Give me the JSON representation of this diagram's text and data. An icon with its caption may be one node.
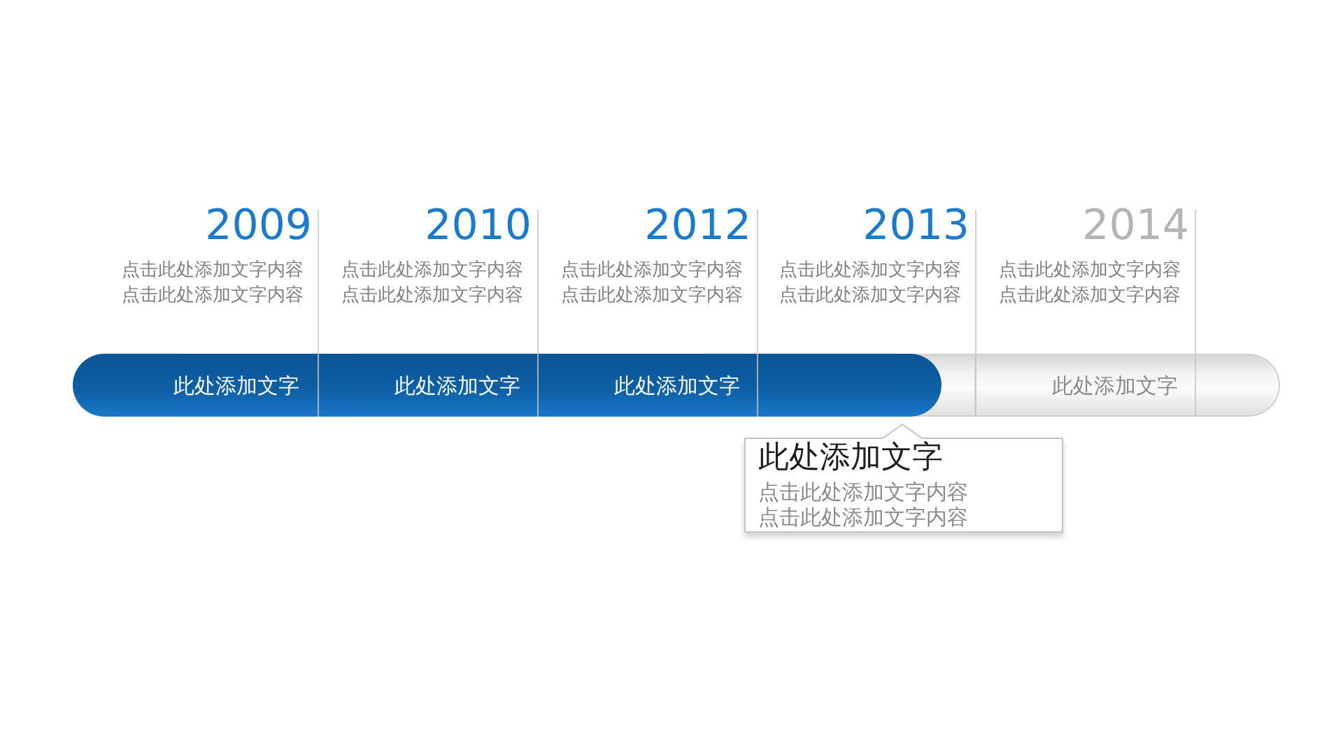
{
  "diagram": {
    "nodes": [
      {
        "text": [
          "此处添加文字"
        ],
        "beside": [
          "2009",
          "点击此处添加文字内容点击此处添加文字内容"
        ]
      },
      {
        "text": [
          "此处添加文字"
        ],
        "beside": [
          "2010",
          "点击此处添加文字内容点击此处添加文字内容"
        ]
      },
      {
        "text": [
          "此处添加文字"
        ],
        "beside": [
          "2012",
          "点击此处添加文字内容点击此处添加文字内容"
        ]
      },
      {
        "text": [],
        "shape": "bar",
        "beside": [
          "2013",
          "点击此处添加文字内容点击此处添加文字内容"
        ]
      },
      {
        "text": [
          "此处添加文字"
        ],
        "beside": [
          "2014",
          "点击此处添加文字内容点击此处添加文字内容"
        ]
      },
      {
        "text": [
          "此处添加文字",
          "点击此处添加文字内容点击此处添加文字内容"
        ]
      }
    ]
  }
}
